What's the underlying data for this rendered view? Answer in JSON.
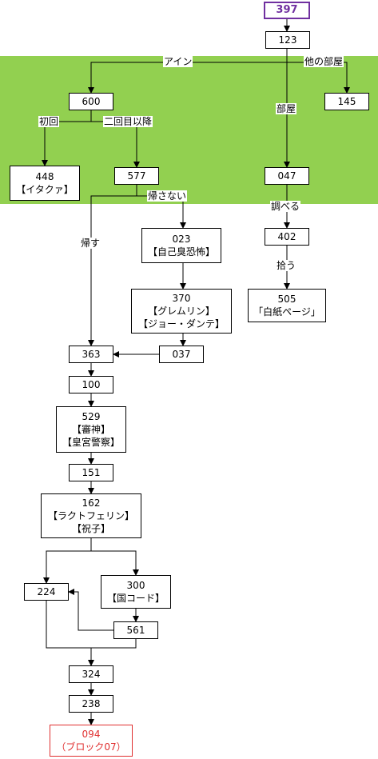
{
  "colors": {
    "region": "#92d050",
    "start_border": "#7030a0",
    "end_border": "#e03030",
    "line": "#000000"
  },
  "nodes": {
    "n397": {
      "lines": [
        "397"
      ]
    },
    "n123": {
      "lines": [
        "123"
      ]
    },
    "n600": {
      "lines": [
        "600"
      ]
    },
    "n145": {
      "lines": [
        "145"
      ]
    },
    "n448": {
      "lines": [
        "448",
        "【イタクァ】"
      ]
    },
    "n577": {
      "lines": [
        "577"
      ]
    },
    "n047": {
      "lines": [
        "047"
      ]
    },
    "n023": {
      "lines": [
        "023",
        "【自己臭恐怖】"
      ]
    },
    "n402": {
      "lines": [
        "402"
      ]
    },
    "n370": {
      "lines": [
        "370",
        "【グレムリン】",
        "【ジョー・ダンテ】"
      ]
    },
    "n505": {
      "lines": [
        "505",
        "「白紙ページ」"
      ]
    },
    "n363": {
      "lines": [
        "363"
      ]
    },
    "n037": {
      "lines": [
        "037"
      ]
    },
    "n100": {
      "lines": [
        "100"
      ]
    },
    "n529": {
      "lines": [
        "529",
        "【審神】",
        "【皇宮警察】"
      ]
    },
    "n151": {
      "lines": [
        "151"
      ]
    },
    "n162": {
      "lines": [
        "162",
        "【ラクトフェリン】",
        "【祝子】"
      ]
    },
    "n224": {
      "lines": [
        "224"
      ]
    },
    "n300": {
      "lines": [
        "300",
        "【国コード】"
      ]
    },
    "n561": {
      "lines": [
        "561"
      ]
    },
    "n324": {
      "lines": [
        "324"
      ]
    },
    "n238": {
      "lines": [
        "238"
      ]
    },
    "n094": {
      "lines": [
        "094",
        "（ブロック07）"
      ]
    }
  },
  "edge_labels": {
    "ain": "アイン",
    "other_room": "他の部屋",
    "room": "部屋",
    "first_time": "初回",
    "second_time": "二回目以降",
    "not_return": "帰さない",
    "return": "帰す",
    "examine": "調べる",
    "pick_up": "拾う"
  }
}
